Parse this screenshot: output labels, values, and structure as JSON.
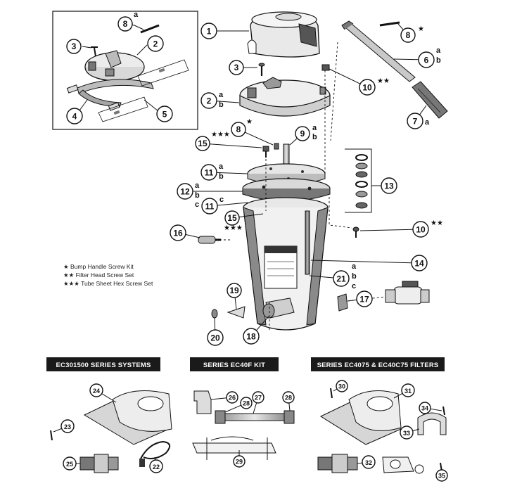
{
  "legend": [
    {
      "stars": "★",
      "label": "Bump Handle Screw Kit"
    },
    {
      "stars": "★★",
      "label": "Filter Head Screw Set"
    },
    {
      "stars": "★★★",
      "label": "Tube Sheet Hex Screw Set"
    }
  ],
  "banners": [
    {
      "id": "ec30",
      "label": "EC301500 SERIES SYSTEMS"
    },
    {
      "id": "ec40f",
      "label": "SERIES EC40F KIT"
    },
    {
      "id": "ec4075",
      "label": "SERIES EC4075 & EC40C75 FILTERS"
    }
  ],
  "callouts": {
    "c8inset": {
      "num": "8",
      "sub": "a"
    },
    "c3inset": {
      "num": "3"
    },
    "c2inset": {
      "num": "2"
    },
    "c4inset": {
      "num": "4"
    },
    "c5inset": {
      "num": "5"
    },
    "c1": {
      "num": "1"
    },
    "c3": {
      "num": "3"
    },
    "c2": {
      "num": "2",
      "sub1": "a",
      "sub2": "b"
    },
    "c8": {
      "num": "8",
      "star": "★"
    },
    "c9": {
      "num": "9",
      "sub1": "a",
      "sub2": "b"
    },
    "c15a": {
      "num": "15",
      "star": "★★★"
    },
    "c11a": {
      "num": "11",
      "sub1": "a",
      "sub2": "b"
    },
    "c12": {
      "num": "12",
      "sub1": "a",
      "sub2": "b",
      "sub3": "c"
    },
    "c11c": {
      "num": "11",
      "sub": "c"
    },
    "c15b": {
      "num": "15",
      "star": "★★★"
    },
    "c16": {
      "num": "16"
    },
    "c8top": {
      "num": "8",
      "star": "★"
    },
    "c6": {
      "num": "6",
      "sub1": "a",
      "sub2": "b"
    },
    "c10a": {
      "num": "10",
      "star": "★★"
    },
    "c7": {
      "num": "7",
      "sub": "a"
    },
    "c13": {
      "num": "13"
    },
    "c10b": {
      "num": "10",
      "star": "★★"
    },
    "c14": {
      "num": "14"
    },
    "c21": {
      "num": "21",
      "sub1": "a",
      "sub2": "b",
      "sub3": "c"
    },
    "c17": {
      "num": "17"
    },
    "c19": {
      "num": "19"
    },
    "c20": {
      "num": "20"
    },
    "c18": {
      "num": "18"
    },
    "c24": {
      "num": "24"
    },
    "c23": {
      "num": "23"
    },
    "c25": {
      "num": "25"
    },
    "c22": {
      "num": "22"
    },
    "c26": {
      "num": "26"
    },
    "c27": {
      "num": "27"
    },
    "c28a": {
      "num": "28"
    },
    "c28b": {
      "num": "28"
    },
    "c29": {
      "num": "29"
    },
    "c30": {
      "num": "30"
    },
    "c31": {
      "num": "31"
    },
    "c34": {
      "num": "34"
    },
    "c33": {
      "num": "33"
    },
    "c32": {
      "num": "32"
    },
    "c35": {
      "num": "35"
    }
  },
  "colors": {
    "ink": "#111111",
    "banner": "#1a1a1a",
    "part_fill": "#f2f2f2",
    "shade": "#8a8a8a"
  }
}
